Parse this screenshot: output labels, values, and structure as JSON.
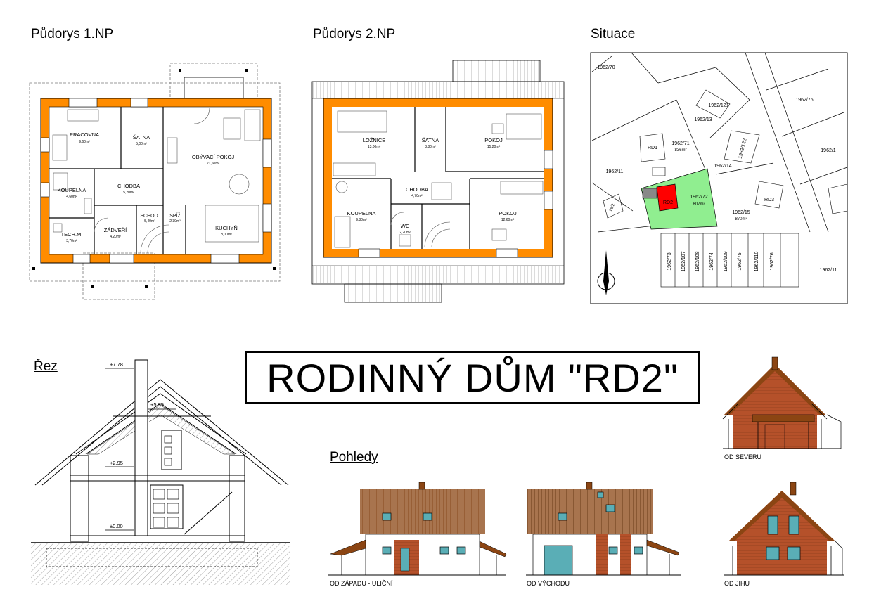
{
  "headings": {
    "np1": "Půdorys 1.NP",
    "np2": "Půdorys 2.NP",
    "situace": "Situace",
    "rez": "Řez",
    "pohledy": "Pohledy"
  },
  "title": "RODINNÝ DŮM \"RD2\"",
  "np1_rooms": [
    {
      "name": "PRACOVNA",
      "area": "9,60m²"
    },
    {
      "name": "ŠATNA",
      "area": "5,00m²"
    },
    {
      "name": "OBÝVACÍ POKOJ",
      "area": "21,60m²"
    },
    {
      "name": "CHODBA",
      "area": "5,20m²"
    },
    {
      "name": "KOUPELNA",
      "area": "4,60m²"
    },
    {
      "name": "SCHOD.",
      "area": "5,40m²"
    },
    {
      "name": "SPÍŽ",
      "area": "2,30m²"
    },
    {
      "name": "ZÁDVEŘÍ",
      "area": "4,20m²"
    },
    {
      "name": "TECH.M.",
      "area": "3,70m²"
    },
    {
      "name": "KUCHYŇ",
      "area": "8,00m²"
    }
  ],
  "np2_rooms": [
    {
      "name": "LOŽNICE",
      "area": "13,00m²"
    },
    {
      "name": "ŠATNA",
      "area": "3,80m²"
    },
    {
      "name": "POKOJ",
      "area": "15,20m²"
    },
    {
      "name": "CHODBA",
      "area": "4,70m²"
    },
    {
      "name": "KOUPELNA",
      "area": "9,80m²"
    },
    {
      "name": "WC",
      "area": "2,20m²"
    },
    {
      "name": "POKOJ",
      "area": "12,60m²"
    }
  ],
  "situace_labels": {
    "p1": "1962/70",
    "p2": "1962/121",
    "p3": "1962/13",
    "p4": "1962/76",
    "p5": "RD1",
    "p6": "1962/71",
    "p7": "836m²",
    "p8": "1962/14",
    "p9": "1962/122",
    "p10": "1962/1",
    "p11": "1962/11",
    "p12": "RD2",
    "p13": "1962/72",
    "p14": "807m²",
    "p15": "RD3",
    "p16": "1962/15",
    "p17": "870m²",
    "p18": "1962/11",
    "plots": [
      "1962/73",
      "1962/107",
      "1962/108",
      "1962/74",
      "1962/109",
      "1962/75",
      "1962/110",
      "1962/76"
    ],
    "compass": "S",
    "road": "15/2"
  },
  "rez_levels": {
    "l1": "+7.78",
    "l2": "+5.95",
    "l3": "+2.95",
    "l4": "±0.00"
  },
  "views": {
    "west": "OD ZÁPADU - ULIČNÍ",
    "east": "OD VÝCHODU",
    "north": "OD SEVERU",
    "south": "OD JIHU"
  },
  "colors": {
    "wall": "#FF8C00",
    "plot": "#90EE90",
    "house": "#FF0000",
    "roof": "#8B4513",
    "brick": "#B5512A"
  }
}
